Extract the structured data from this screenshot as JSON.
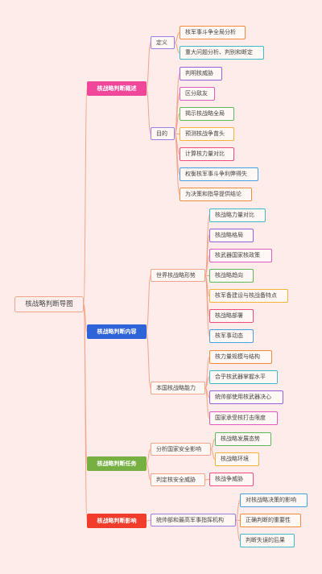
{
  "root": {
    "label": "核战略判断导图"
  },
  "branches": [
    {
      "label": "核战略判断概述",
      "color": "#f0479a",
      "children": [
        {
          "label": "定义",
          "items": [
            "核军事斗争全局分析",
            "重大问题分析、判别和断定"
          ]
        },
        {
          "label": "目的",
          "items": [
            "判明核威胁",
            "区分敌友",
            "揭示核战略全局",
            "预测核战争苗头",
            "计算核力量对比",
            "权衡核军事斗争利弊得失",
            "为决策和指导提供结论"
          ]
        }
      ]
    },
    {
      "label": "核战略判断内容",
      "color": "#2f63d8",
      "children": [
        {
          "label": "世界核战略形势",
          "items": [
            "核战略力量对比",
            "核战略格局",
            "核武器国家核政策",
            "核战略趋向",
            "核军备建设与核战备特点",
            "核战略部署",
            "核军事动态"
          ]
        },
        {
          "label": "本国核战略能力",
          "items": [
            "核力量规模与结构",
            "合乎核武器掌握水平",
            "统帅部使用核武器决心",
            "国家承受核打击限度"
          ]
        }
      ]
    },
    {
      "label": "核战略判断任务",
      "color": "#76b043",
      "children": [
        {
          "label": "分析国家安全影响",
          "items": [
            "核战略发展态势",
            "核战略环境"
          ]
        },
        {
          "label": "判定核安全威胁",
          "items": [
            "核战争威胁"
          ]
        }
      ]
    },
    {
      "label": "核战略判断影响",
      "color": "#f23d2c",
      "children": [
        {
          "label": "统帅部和最高军事指挥机构",
          "items": [
            "对核战略决策的影响",
            "正确判断的重要性",
            "判断失误的后果"
          ]
        }
      ]
    }
  ],
  "palette": {
    "link": "#f0a58a",
    "leaf_borders": [
      "#f28a3c",
      "#40b8c8",
      "#9b5fe0",
      "#e05ac0",
      "#5bb85b",
      "#f2b233",
      "#f04b7a",
      "#44a0e0"
    ]
  }
}
